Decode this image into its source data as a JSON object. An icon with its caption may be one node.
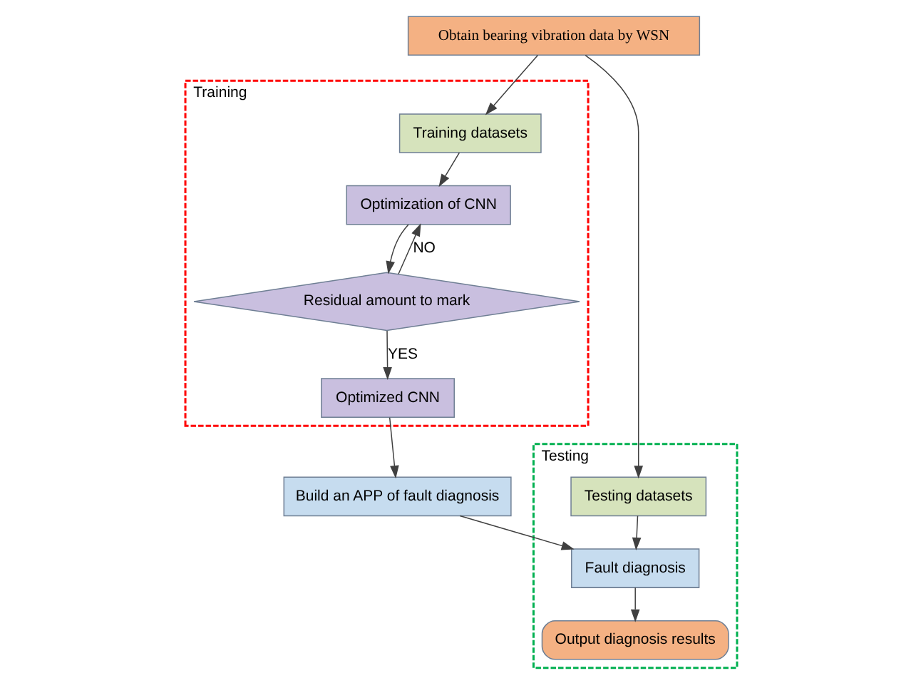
{
  "diagram": {
    "nodes": [
      {
        "text": [
          "Obtain bearing vibration data by WSN"
        ]
      },
      {
        "text": [
          "Training"
        ]
      },
      {
        "text": [
          "Training datasets"
        ],
        "in": 1
      },
      {
        "text": [
          "Optimization of CNN"
        ],
        "in": 1
      },
      {
        "text": [
          "Residual amount to mark"
        ],
        "in": 1
      },
      {
        "text": [
          "Optimized CNN"
        ],
        "in": 1
      },
      {
        "text": [
          "Build an APP of fault diagnosis"
        ]
      },
      {
        "text": [
          "Testing"
        ]
      },
      {
        "text": [
          "Testing datasets"
        ],
        "in": 7
      },
      {
        "text": [
          "Fault diagnosis"
        ],
        "in": 7
      },
      {
        "text": [
          "Output diagnosis results"
        ],
        "in": 7
      }
    ],
    "edges": [
      {
        "from": 0,
        "to": 2,
        "arrow": "to"
      },
      {
        "from": 0,
        "to": 8,
        "arrow": "to"
      },
      {
        "from": 2,
        "to": 3,
        "arrow": "to"
      },
      {
        "from": 3,
        "to": 4,
        "arrow": "to"
      },
      {
        "from": 4,
        "to": 3,
        "arrow": "to",
        "label": "NO"
      },
      {
        "from": 4,
        "to": 5,
        "arrow": "to",
        "label": "YES"
      },
      {
        "from": 5,
        "to": 6,
        "arrow": "to"
      },
      {
        "from": 6,
        "to": 9,
        "arrow": "to"
      },
      {
        "from": 8,
        "to": 9,
        "arrow": "to"
      },
      {
        "from": 9,
        "to": 10,
        "arrow": "to"
      }
    ]
  }
}
